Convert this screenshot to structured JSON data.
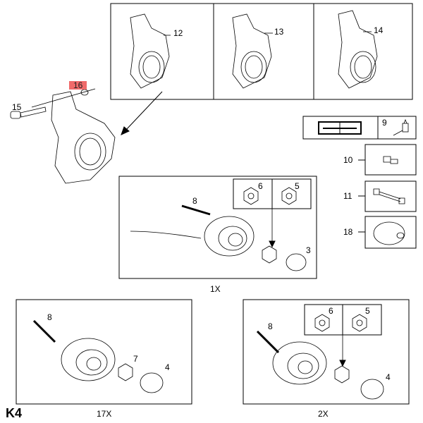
{
  "diagram_code": "K4",
  "highlight_color": "#f06a6a",
  "callouts": {
    "knuckle_12": "12",
    "knuckle_13": "13",
    "knuckle_14": "14",
    "washer_16": "16",
    "bolt_15": "15",
    "grease_9": "9",
    "clip_10": "10",
    "bracket_11": "11",
    "cap_18": "18",
    "mid_nut_6": "6",
    "mid_nut_5": "5",
    "mid_sensor_8": "8",
    "mid_cap_3": "3",
    "bl_bolt_8": "8",
    "bl_nut_7": "7",
    "bl_cap_4": "4",
    "br_bolt_8": "8",
    "br_nut_6": "6",
    "br_nut_5": "5",
    "br_cap_4": "4"
  },
  "quantities": {
    "middle": "1X",
    "bottom_left": "17X",
    "bottom_right": "2X"
  },
  "icons": [
    "service-manual-icon",
    "grease-tube-icon"
  ]
}
